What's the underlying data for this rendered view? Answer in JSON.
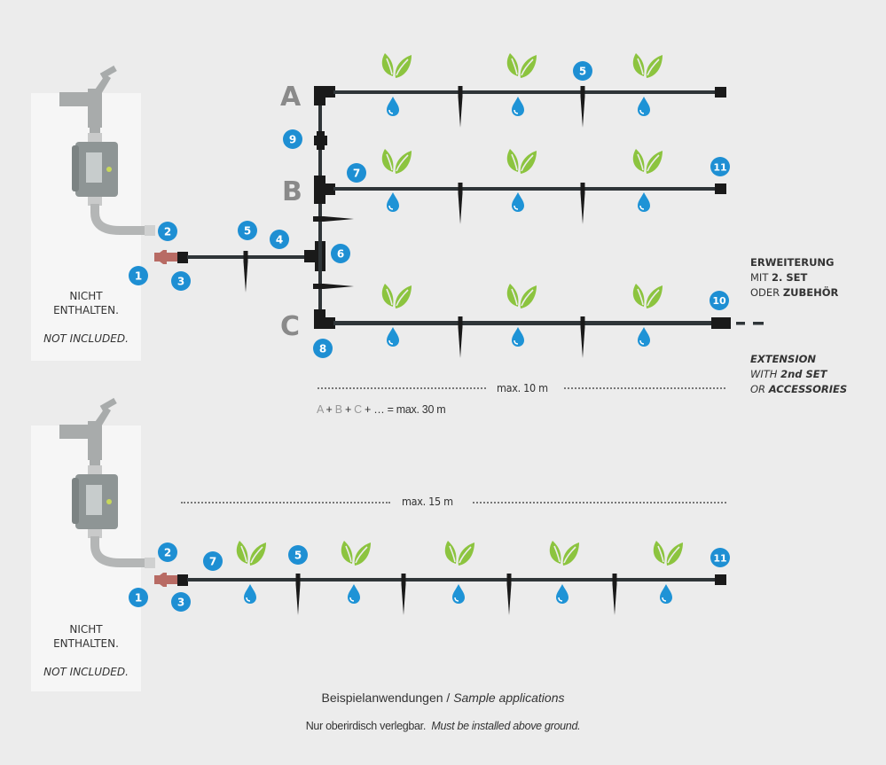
{
  "colors": {
    "background": "#ececec",
    "pipe": "#2f3538",
    "fitting": "#1a1a1a",
    "leaf": "#8cc43f",
    "drop": "#1e93d6",
    "badge": "#1e8fd3",
    "connector": "#b86b64",
    "device": "#a8abab"
  },
  "not_included": {
    "de_line1": "NICHT",
    "de_line2": "ENTHALTEN.",
    "en": "NOT INCLUDED."
  },
  "diagram1": {
    "branch_labels": [
      "A",
      "B",
      "C"
    ],
    "badges": {
      "b1": "1",
      "b2": "2",
      "b3": "3",
      "b4": "4",
      "b5a": "5",
      "b5b": "5",
      "b6": "6",
      "b7": "7",
      "b8": "8",
      "b9": "9",
      "b10": "10",
      "b11": "11"
    },
    "extension_de": {
      "l1": "ERWEITERUNG",
      "l2a": "MIT ",
      "l2b": "2. SET",
      "l3a": "ODER ",
      "l3b": "ZUBEHÖR"
    },
    "extension_en": {
      "l1": "EXTENSION",
      "l2a": "WITH ",
      "l2b": "2nd SET",
      "l3a": "OR ",
      "l3b": "ACCESSORIES"
    },
    "dimension": "max. 10 m",
    "sum": {
      "a": "A",
      "plus1": " + ",
      "b": "B",
      "plus2": " + ",
      "c": "C",
      "rest": " + … = max. 30 m"
    }
  },
  "diagram2": {
    "badges": {
      "b1": "1",
      "b2": "2",
      "b3": "3",
      "b5": "5",
      "b7": "7",
      "b11": "11"
    },
    "dimension": "max. 15 m"
  },
  "footer": {
    "title_de": "Beispielanwendungen",
    "title_sep": " / ",
    "title_en": "Sample applications",
    "note_de": "Nur oberirdisch verlegbar.",
    "note_en": "Must be installed above ground."
  }
}
